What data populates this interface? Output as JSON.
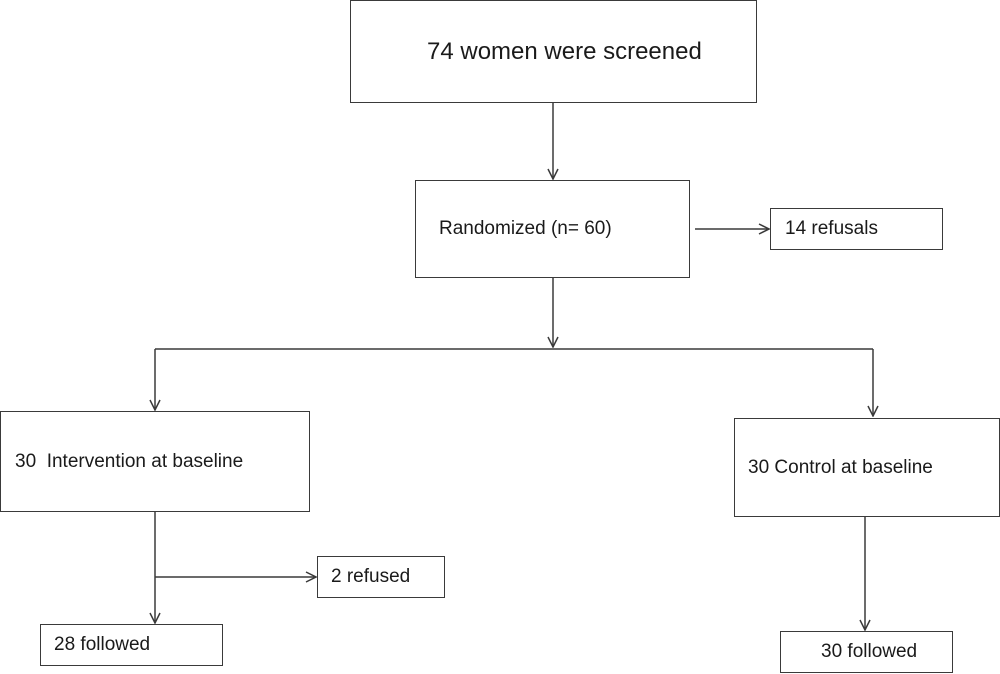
{
  "flowchart": {
    "screened": "74 women were screened",
    "randomized": "Randomized (n= 60)",
    "refusals": "14 refusals",
    "intervention": "30  Intervention at baseline",
    "control": "30 Control at baseline",
    "refused": "2 refused",
    "followed_intervention": "28 followed",
    "followed_control": "30 followed"
  },
  "colors": {
    "line": "#3a3a3a",
    "box_border": "#3a3a3a",
    "background": "#ffffff"
  }
}
